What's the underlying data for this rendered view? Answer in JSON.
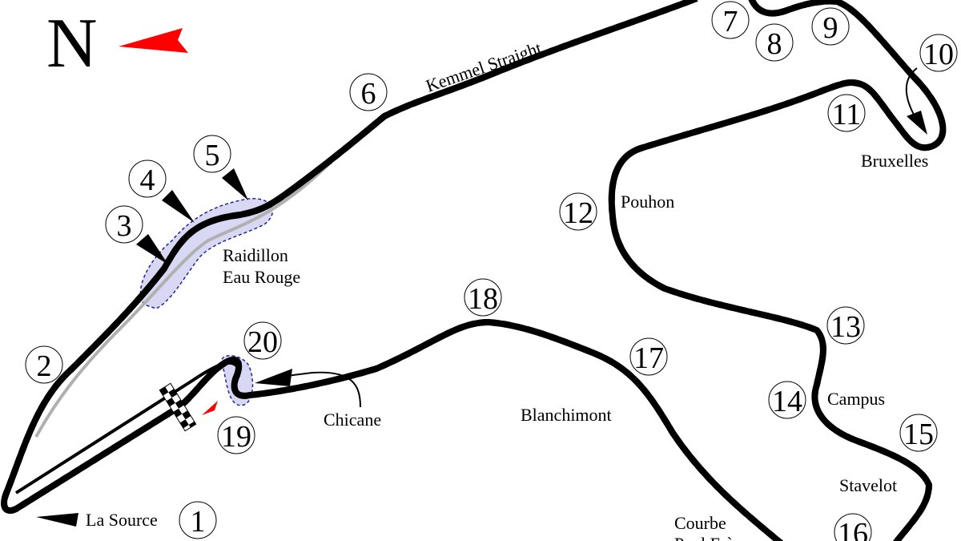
{
  "north_label": "N",
  "colors": {
    "sector1": "#ffff00",
    "sector2": "#ff0000",
    "sector3": "#00ffff",
    "outline": "#000000",
    "old_track": "#b0b0b0",
    "eau_rouge_highlight": "#c8c8f0",
    "north_arrow": "#ff0000"
  },
  "corner_names": {
    "la_source": "La Source",
    "raidillon": "Raidillon",
    "eau_rouge": "Eau Rouge",
    "kemmel": "Kemmel Straight",
    "bruxelles": "Bruxelles",
    "pouhon": "Pouhon",
    "campus": "Campus",
    "stavelot": "Stavelot",
    "blanchimont": "Blanchimont",
    "chicane": "Chicane",
    "courbe": "Courbe",
    "paul_frere": "Paul Frère"
  },
  "turns": [
    "1",
    "2",
    "3",
    "4",
    "5",
    "6",
    "7",
    "8",
    "9",
    "10",
    "11",
    "12",
    "13",
    "14",
    "15",
    "16",
    "17",
    "18",
    "19",
    "20"
  ]
}
